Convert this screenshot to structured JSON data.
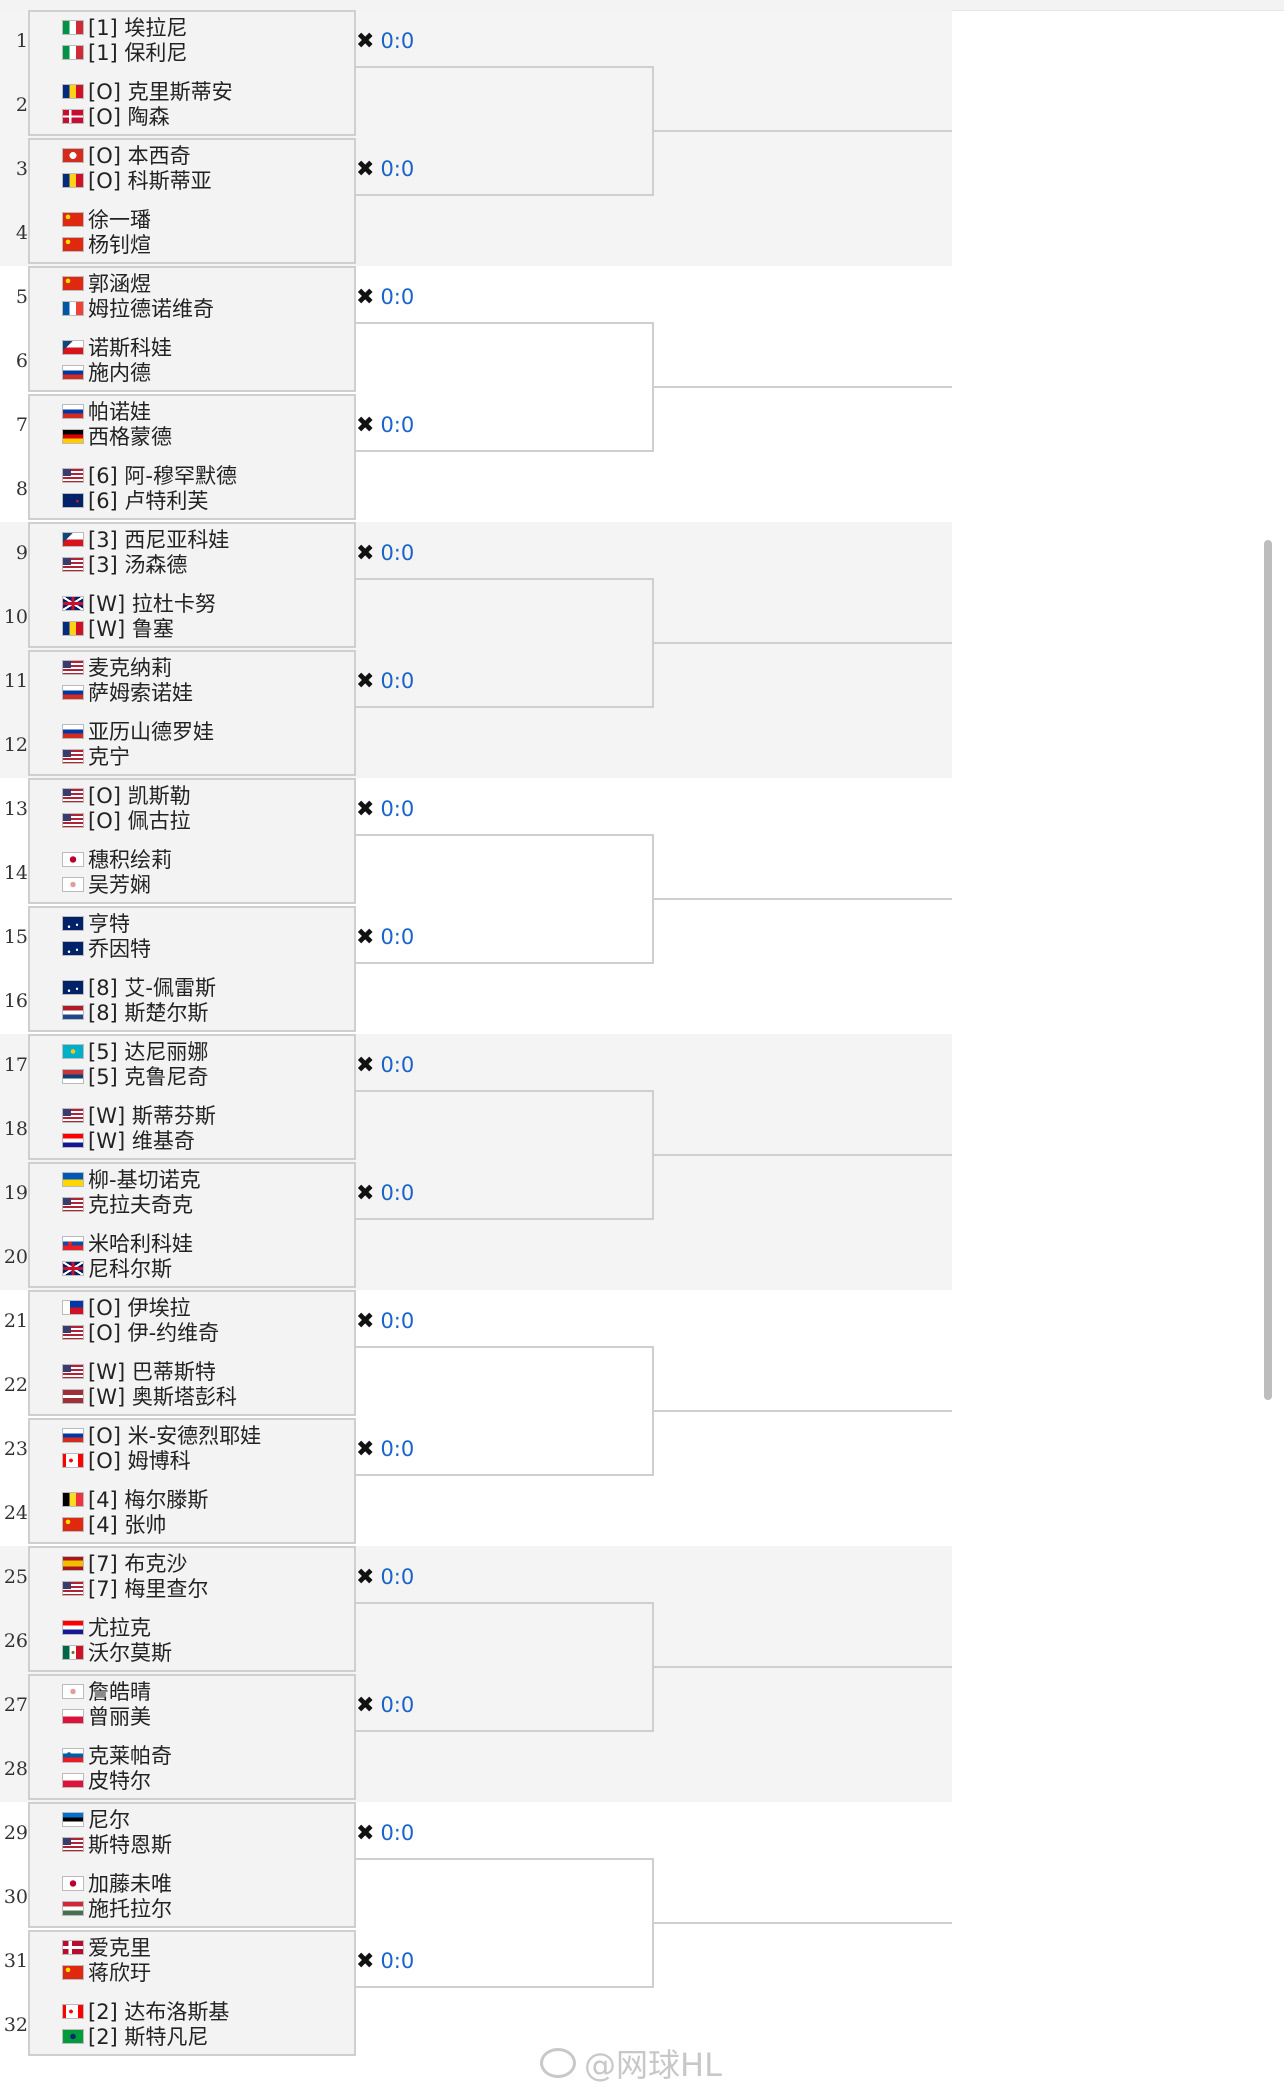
{
  "score_text": "0:0",
  "watermark": "@网球HL",
  "colors": {
    "score": "#1a63c8",
    "border": "#cfcfcf",
    "shade": "#f4f4f4"
  },
  "groups": [
    {
      "rows": [
        {
          "seed": "1",
          "a": {
            "flag": "ita",
            "name": "[1] 埃拉尼"
          },
          "b": {
            "flag": "ita",
            "name": "[1] 保利尼"
          }
        },
        {
          "seed": "2",
          "a": {
            "flag": "rou",
            "name": "[O] 克里斯蒂安"
          },
          "b": {
            "flag": "den",
            "name": "[O] 陶森"
          }
        },
        {
          "seed": "3",
          "a": {
            "flag": "sui",
            "name": "[O] 本西奇"
          },
          "b": {
            "flag": "rou",
            "name": "[O] 科斯蒂亚"
          }
        },
        {
          "seed": "4",
          "a": {
            "flag": "chn",
            "name": "徐一璠"
          },
          "b": {
            "flag": "chn",
            "name": "杨钊煊"
          }
        }
      ]
    },
    {
      "rows": [
        {
          "seed": "5",
          "a": {
            "flag": "chn",
            "name": "郭涵煜"
          },
          "b": {
            "flag": "fra",
            "name": "姆拉德诺维奇"
          }
        },
        {
          "seed": "6",
          "a": {
            "flag": "cze",
            "name": "诺斯科娃"
          },
          "b": {
            "flag": "rus",
            "name": "施内德"
          }
        },
        {
          "seed": "7",
          "a": {
            "flag": "rus",
            "name": "帕诺娃"
          },
          "b": {
            "flag": "ger",
            "name": "西格蒙德"
          }
        },
        {
          "seed": "8",
          "a": {
            "flag": "usa",
            "name": "[6] 阿-穆罕默德"
          },
          "b": {
            "flag": "nzl",
            "name": "[6] 卢特利芙"
          }
        }
      ]
    },
    {
      "rows": [
        {
          "seed": "9",
          "a": {
            "flag": "cze",
            "name": "[3] 西尼亚科娃"
          },
          "b": {
            "flag": "usa",
            "name": "[3] 汤森德"
          }
        },
        {
          "seed": "10",
          "a": {
            "flag": "gbr",
            "name": "[W] 拉杜卡努"
          },
          "b": {
            "flag": "rou",
            "name": "[W] 鲁塞"
          }
        },
        {
          "seed": "11",
          "a": {
            "flag": "usa",
            "name": "麦克纳莉"
          },
          "b": {
            "flag": "rus",
            "name": "萨姆索诺娃"
          }
        },
        {
          "seed": "12",
          "a": {
            "flag": "rus",
            "name": "亚历山德罗娃"
          },
          "b": {
            "flag": "usa",
            "name": "克宁"
          }
        }
      ]
    },
    {
      "rows": [
        {
          "seed": "13",
          "a": {
            "flag": "usa",
            "name": "[O] 凯斯勒"
          },
          "b": {
            "flag": "usa",
            "name": "[O] 佩古拉"
          }
        },
        {
          "seed": "14",
          "a": {
            "flag": "jpn",
            "name": "穗积绘莉"
          },
          "b": {
            "flag": "tpe",
            "name": "吴芳娴"
          }
        },
        {
          "seed": "15",
          "a": {
            "flag": "aus",
            "name": "亨特"
          },
          "b": {
            "flag": "aus",
            "name": "乔因特"
          }
        },
        {
          "seed": "16",
          "a": {
            "flag": "aus",
            "name": "[8] 艾-佩雷斯"
          },
          "b": {
            "flag": "ned",
            "name": "[8] 斯楚尔斯"
          }
        }
      ]
    },
    {
      "rows": [
        {
          "seed": "17",
          "a": {
            "flag": "kaz",
            "name": "[5] 达尼丽娜"
          },
          "b": {
            "flag": "srb",
            "name": "[5] 克鲁尼奇"
          }
        },
        {
          "seed": "18",
          "a": {
            "flag": "usa",
            "name": "[W] 斯蒂芬斯"
          },
          "b": {
            "flag": "cro",
            "name": "[W] 维基奇"
          }
        },
        {
          "seed": "19",
          "a": {
            "flag": "ukr",
            "name": "柳-基切诺克"
          },
          "b": {
            "flag": "usa",
            "name": "克拉夫奇克"
          }
        },
        {
          "seed": "20",
          "a": {
            "flag": "svk",
            "name": "米哈利科娃"
          },
          "b": {
            "flag": "gbr",
            "name": "尼科尔斯"
          }
        }
      ]
    },
    {
      "rows": [
        {
          "seed": "21",
          "a": {
            "flag": "phi",
            "name": "[O] 伊埃拉"
          },
          "b": {
            "flag": "usa",
            "name": "[O] 伊-约维奇"
          }
        },
        {
          "seed": "22",
          "a": {
            "flag": "usa",
            "name": "[W] 巴蒂斯特"
          },
          "b": {
            "flag": "lat",
            "name": "[W] 奥斯塔彭科"
          }
        },
        {
          "seed": "23",
          "a": {
            "flag": "rus",
            "name": "[O] 米-安德烈耶娃"
          },
          "b": {
            "flag": "can",
            "name": "[O] 姆博科"
          }
        },
        {
          "seed": "24",
          "a": {
            "flag": "bel",
            "name": "[4] 梅尔滕斯"
          },
          "b": {
            "flag": "chn",
            "name": "[4] 张帅"
          }
        }
      ]
    },
    {
      "rows": [
        {
          "seed": "25",
          "a": {
            "flag": "esp",
            "name": "[7] 布克沙"
          },
          "b": {
            "flag": "usa",
            "name": "[7] 梅里查尔"
          }
        },
        {
          "seed": "26",
          "a": {
            "flag": "cro",
            "name": "尤拉克"
          },
          "b": {
            "flag": "mex",
            "name": "沃尔莫斯"
          }
        },
        {
          "seed": "27",
          "a": {
            "flag": "tpe",
            "name": "詹皓晴"
          },
          "b": {
            "flag": "pol",
            "name": "曾丽美"
          }
        },
        {
          "seed": "28",
          "a": {
            "flag": "slo",
            "name": "克莱帕奇"
          },
          "b": {
            "flag": "pol",
            "name": "皮特尔"
          }
        }
      ]
    },
    {
      "rows": [
        {
          "seed": "29",
          "a": {
            "flag": "est",
            "name": "尼尔"
          },
          "b": {
            "flag": "usa",
            "name": "斯特恩斯"
          }
        },
        {
          "seed": "30",
          "a": {
            "flag": "jpn",
            "name": "加藤未唯"
          },
          "b": {
            "flag": "hun",
            "name": "施托拉尔"
          }
        },
        {
          "seed": "31",
          "a": {
            "flag": "nor",
            "name": "爱克里"
          },
          "b": {
            "flag": "chn",
            "name": "蒋欣玗"
          }
        },
        {
          "seed": "32",
          "a": {
            "flag": "can",
            "name": "[2] 达布洛斯基"
          },
          "b": {
            "flag": "bra",
            "name": "[2] 斯特凡尼"
          }
        }
      ]
    }
  ]
}
